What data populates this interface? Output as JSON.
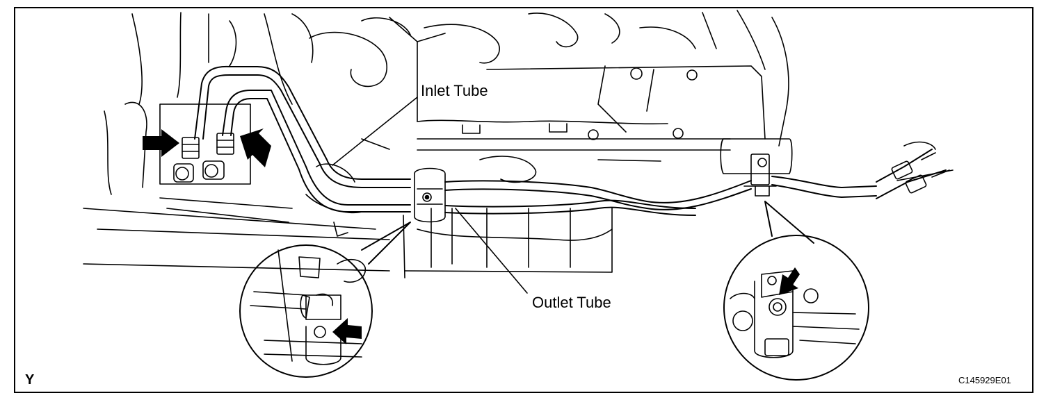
{
  "figure": {
    "view_letter": "Y",
    "figure_id": "C145929E01"
  },
  "callouts": {
    "inlet_tube": "Inlet Tube",
    "outlet_tube": "Outlet Tube"
  },
  "icons": {
    "arrow": "arrow-icon",
    "bolt": "bolt-icon",
    "clamp": "clamp-icon"
  },
  "colors": {
    "line": "#000000",
    "background": "#ffffff"
  }
}
